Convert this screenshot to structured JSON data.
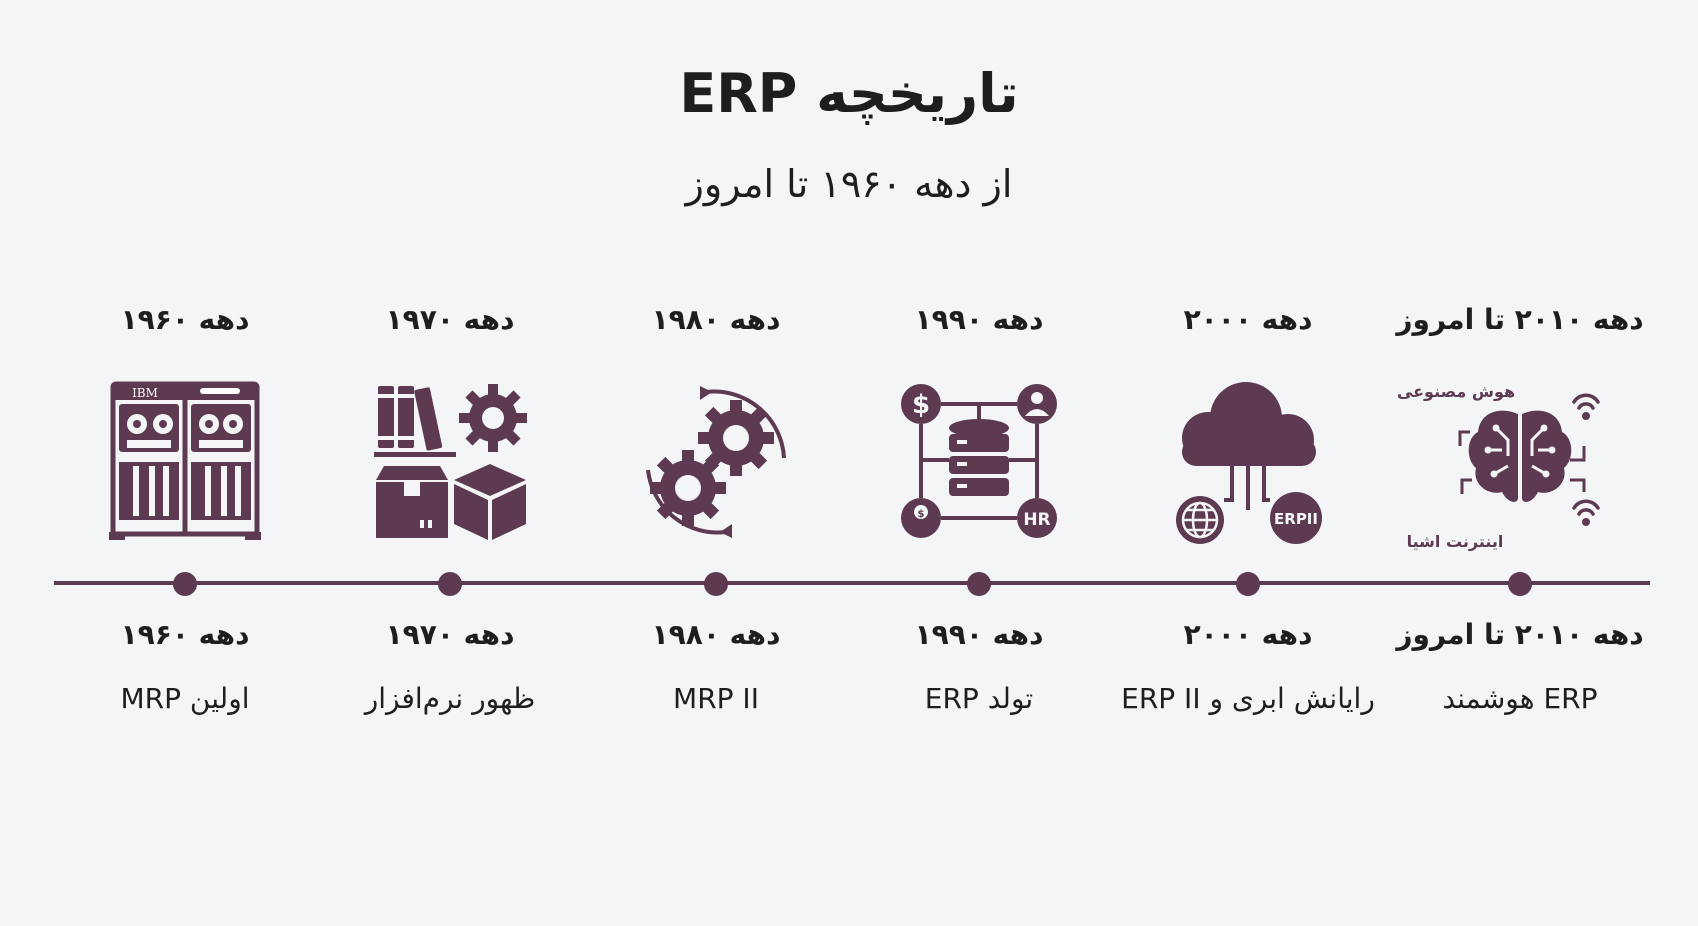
{
  "title": "تاریخچه ERP",
  "subtitle": "از دهه ۱۹۶۰ تا امروز",
  "accent_color": "#5d3a52",
  "eras": [
    {
      "label": "دهه ۱۹۶۰",
      "description": "اولین MRP",
      "icon": "mainframe-icon",
      "icon_text": "IBM"
    },
    {
      "label": "دهه ۱۹۷۰",
      "description": "ظهور نرم‌افزار",
      "icon": "books-gear-boxes-icon"
    },
    {
      "label": "دهه ۱۹۸۰",
      "description": "MRP II",
      "icon": "gears-cycle-icon"
    },
    {
      "label": "دهه ۱۹۹۰",
      "description": "تولد ERP",
      "icon": "database-network-icon",
      "icon_text": "HR"
    },
    {
      "label": "دهه ۲۰۰۰",
      "description": "رایانش ابری و ERP II",
      "icon": "cloud-network-icon",
      "icon_text": "ERPII"
    },
    {
      "label": "دهه ۲۰۱۰ تا امروز",
      "description": "ERP هوشمند",
      "icon": "ai-brain-icon",
      "annotations": {
        "ai": "هوش مصنوعی",
        "iot": "اینترنت اشیا"
      }
    }
  ]
}
